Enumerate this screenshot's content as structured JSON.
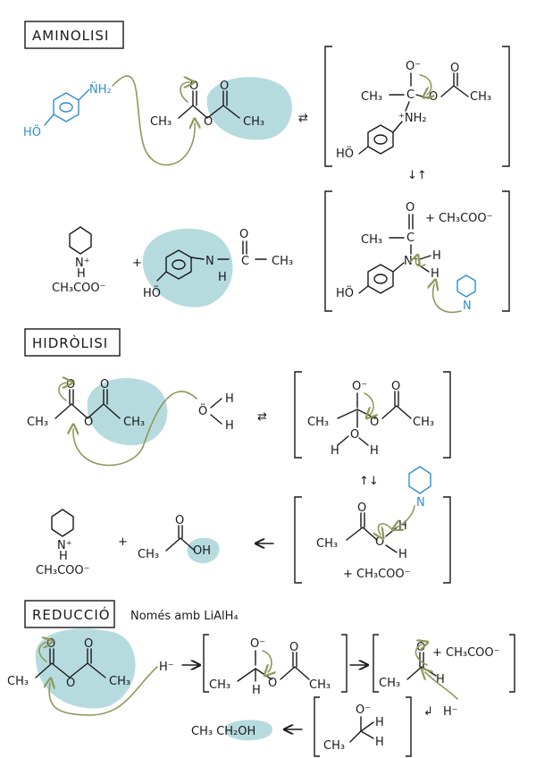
{
  "sections": {
    "aminolisi": "AMINOLISI",
    "hidrolisi": "HIDRÒLISI",
    "reduccio": "REDUCCIÓ",
    "reduccio_note": "Només amb LiAlH₄"
  },
  "labels": {
    "ch3": "CH₃",
    "o": "O",
    "o_minus": "O⁻",
    "ho": "HÖ",
    "nh2": "N̈H₂",
    "nh2_plus": "⁺NH₂",
    "n": "N",
    "h": "H",
    "c": "C",
    "oh": "OH",
    "acetate": "CH₃COO⁻",
    "plus_acetate": "+ CH₃COO⁻",
    "ch3_ch2oh": "CH₃ CH₂OH",
    "hydride": "H⁻",
    "plus": "+",
    "n_plus": "N⁺",
    "water_o": "Ö",
    "pyridine_n": "N"
  },
  "colors": {
    "accent_blue": "#2f8fd1",
    "arrow_green": "#8d9a5b",
    "highlight": "#a9d5d9"
  }
}
